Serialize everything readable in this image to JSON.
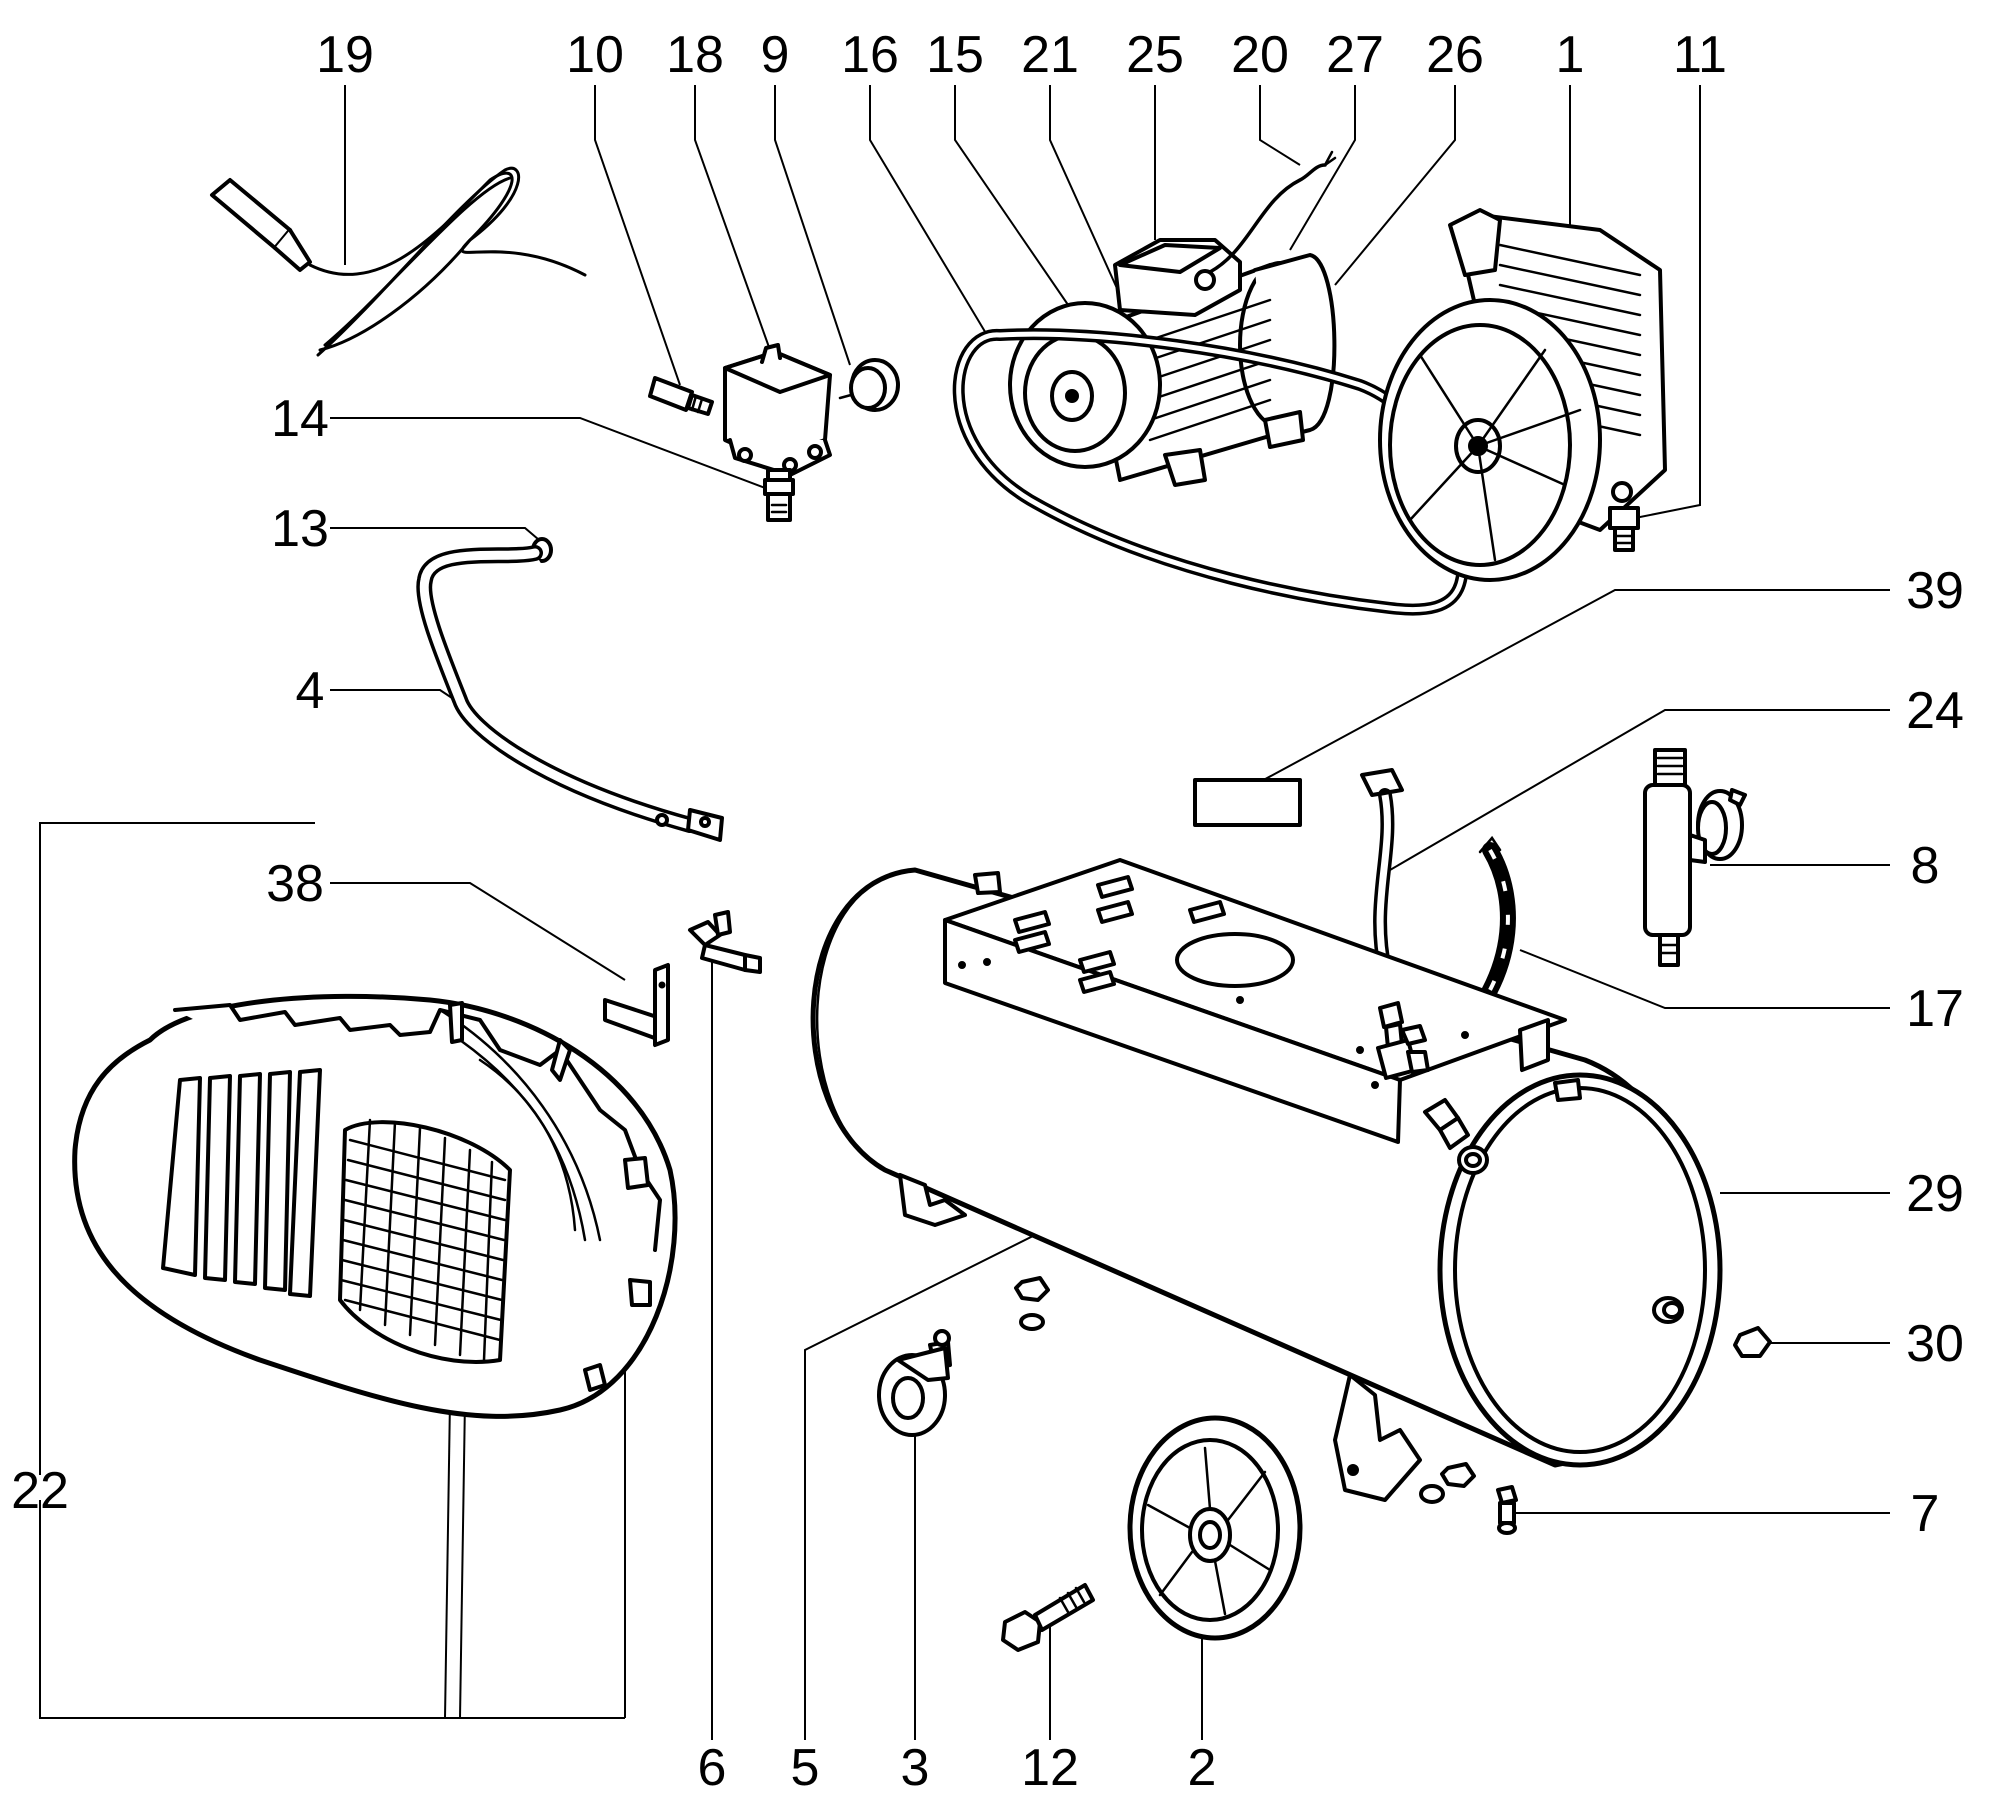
{
  "callouts": {
    "c19": "19",
    "c10": "10",
    "c18": "18",
    "c9": "9",
    "c16": "16",
    "c15": "15",
    "c21": "21",
    "c25": "25",
    "c20": "20",
    "c27": "27",
    "c26": "26",
    "c1": "1",
    "c11": "11",
    "c14": "14",
    "c13": "13",
    "c4": "4",
    "c39": "39",
    "c24": "24",
    "c8": "8",
    "c38": "38",
    "c22": "22",
    "c17": "17",
    "c29": "29",
    "c30": "30",
    "c7": "7",
    "c6": "6",
    "c5": "5",
    "c3": "3",
    "c12": "12",
    "c2": "2"
  }
}
